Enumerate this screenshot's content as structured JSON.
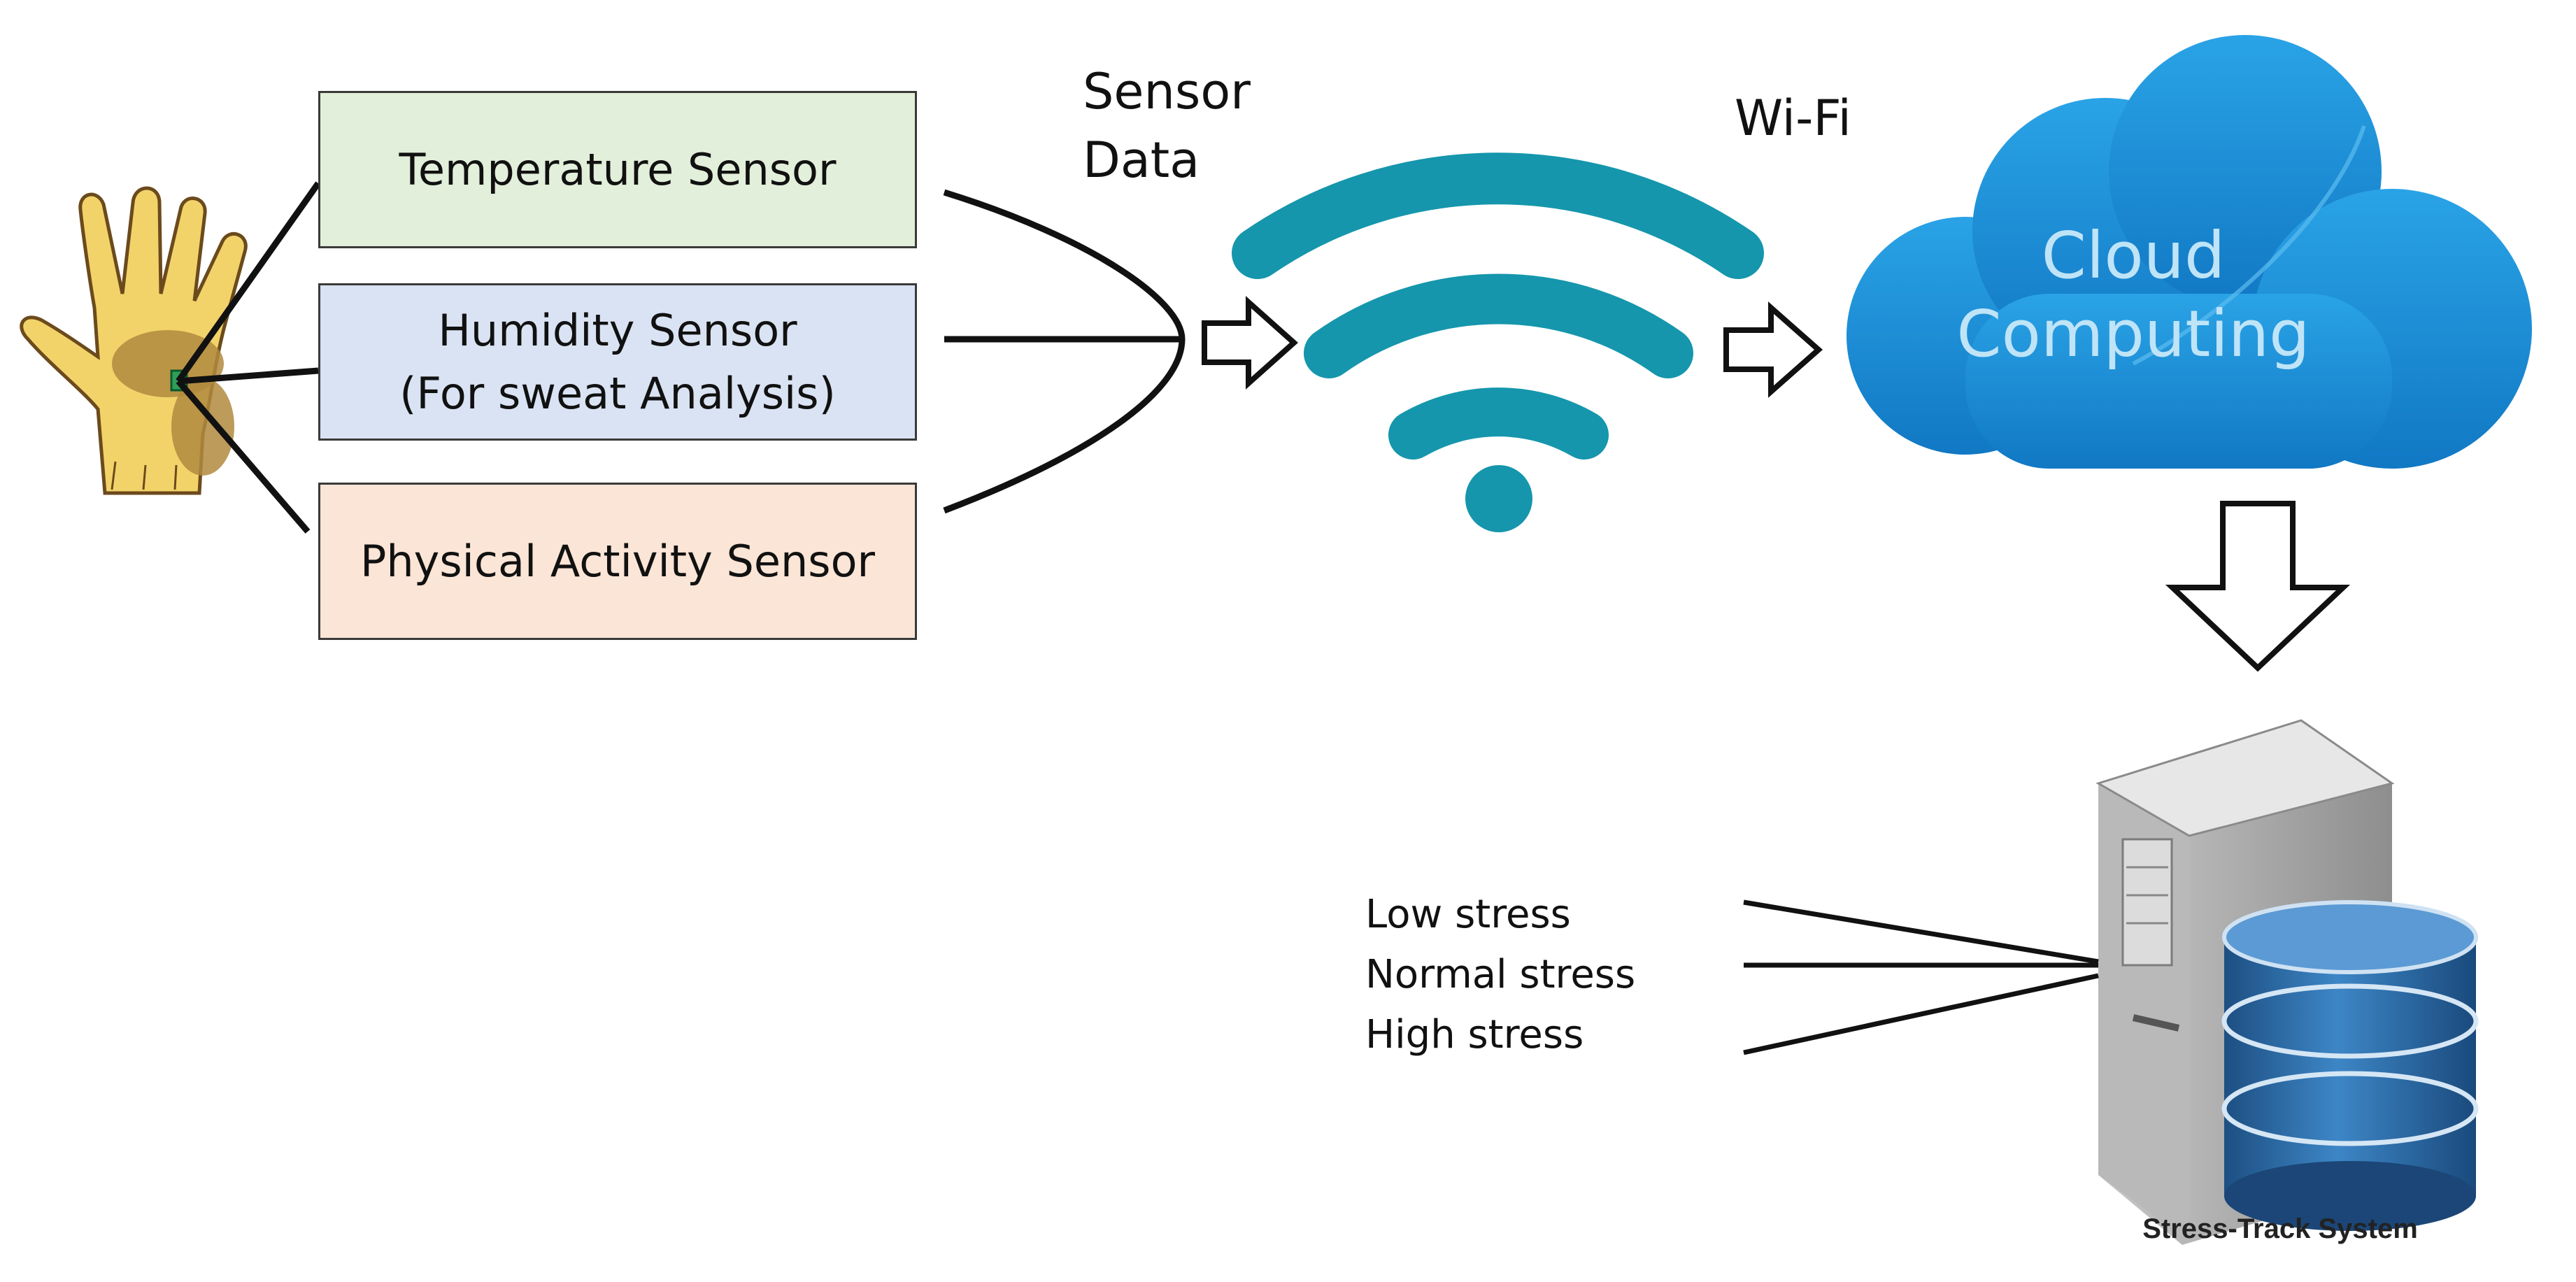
{
  "sensors": {
    "temperature": [
      "Temperature Sensor"
    ],
    "humidity": [
      "Humidity Sensor",
      "(For sweat Analysis)"
    ],
    "activity": [
      "Physical Activity Sensor"
    ]
  },
  "labels": {
    "sensor_data": [
      "Sensor",
      "Data"
    ],
    "wifi": "Wi-Fi"
  },
  "cloud": {
    "lines": [
      "Cloud",
      "Computing"
    ]
  },
  "stress_levels": [
    "Low stress",
    "Normal stress",
    "High stress"
  ],
  "system": {
    "caption": "Stress-Track System"
  },
  "colors": {
    "temperature_box": "#e2efda",
    "humidity_box": "#dae3f3",
    "activity_box": "#fbe5d6",
    "wifi": "#1596ac",
    "cloud": "#1a8fd8",
    "database": "#2f6ea8"
  },
  "icons": {
    "hand": "hand-with-wearable-icon",
    "wifi": "wifi-icon",
    "cloud": "cloud-icon",
    "server": "server-icon",
    "database": "database-icon"
  }
}
